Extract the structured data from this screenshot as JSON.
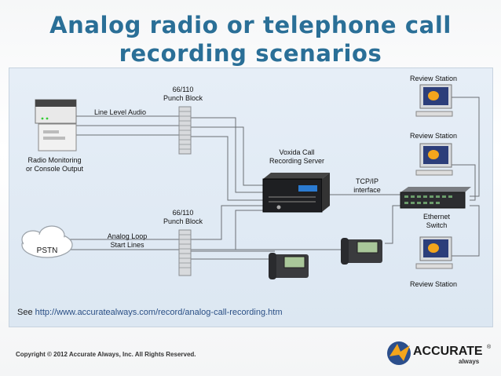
{
  "slide": {
    "title_line1": "Analog radio or telephone call",
    "title_line2": "recording scenarios",
    "footer_note": "See",
    "footer_link": "http://www.accuratealways.com/record/analog-call-recording.htm",
    "copyright": "Copyright © 2012 Accurate Always, Inc. All Rights Reserved."
  },
  "logo": {
    "brand": "ACCURATE",
    "registered": "®",
    "tagline": "always"
  },
  "diagram": {
    "labels": {
      "punch_block_top": [
        "66/110",
        "Punch Block"
      ],
      "line_level_audio": "Line Level Audio",
      "radio_monitoring": [
        "Radio Monitoring",
        "or Console Output"
      ],
      "recording_server": [
        "Voxida Call",
        "Recording Server"
      ],
      "tcpip": [
        "TCP/IP",
        "interface"
      ],
      "punch_block_bottom": [
        "66/110",
        "Punch Block"
      ],
      "analog_loop": [
        "Analog Loop",
        "Start Lines"
      ],
      "pstn": "PSTN",
      "ethernet_switch": [
        "Ethernet",
        "Switch"
      ],
      "review_station_1": "Review Station",
      "review_station_2": "Review Station",
      "review_station_3": "Review Station"
    }
  },
  "colors": {
    "title": "#2a6f97",
    "panel": "#e3ecf6",
    "wire": "#6b6f74",
    "accent": "#f3a51c"
  }
}
